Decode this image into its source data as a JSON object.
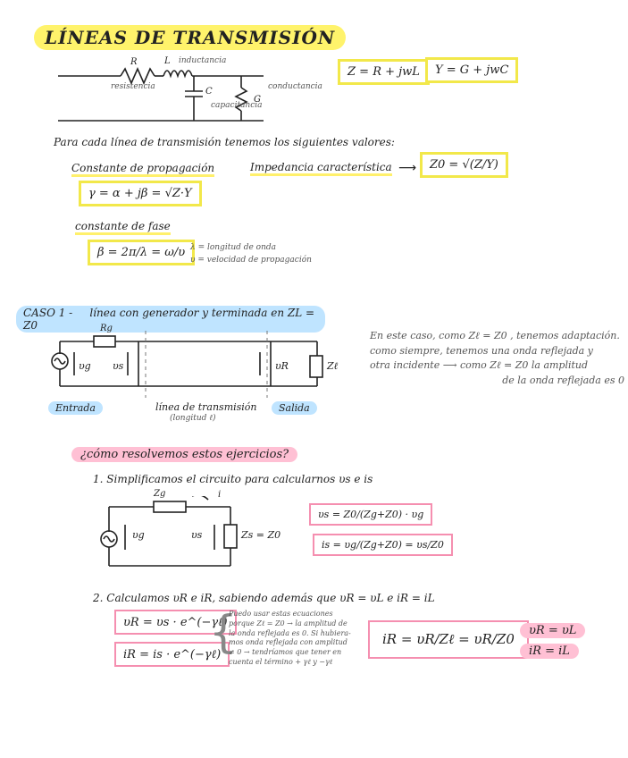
{
  "title": "LÍNEAS DE TRANSMISIÓN",
  "circuit1": {
    "r": "R",
    "l": "L",
    "c": "C",
    "g": "G",
    "resistencia": "resistencia",
    "inductancia": "inductancia",
    "capacitancia": "capacitancia",
    "conductancia": "conductancia"
  },
  "formulas_top": {
    "z": "Z = R + jwL",
    "y": "Y = G + jwC"
  },
  "intro": "Para cada línea de transmisión tenemos los siguientes valores:",
  "prop_label": "Constante de propagación",
  "prop_formula": "γ = α + jβ = √Z·Y",
  "imped_label": "Impedancia característica",
  "imped_formula": "Z0 = √(Z/Y)",
  "fase_label": "constante de fase",
  "fase_formula": "β = 2π/λ = ω/υ",
  "fase_notes": [
    "λ = longitud de onda",
    "υ = velocidad de propagación"
  ],
  "caso1": "CASO 1 -",
  "caso1_desc": "línea con generador y terminada en ZL = Z0",
  "circuit2": {
    "rg": "Rg",
    "vg": "υg",
    "vs": "υs",
    "vr": "υR",
    "zl": "Zℓ",
    "entrada": "Entrada",
    "linea": "línea de transmisión",
    "longitud": "(longitud ℓ)",
    "salida": "Salida"
  },
  "caso1_note": [
    "En este caso, como Zℓ = Z0 , tenemos adaptación.",
    "como siempre, tenemos una onda reflejada y",
    "otra incidente ⟶ como Zℓ = Z0 la amplitud",
    "de la onda reflejada es 0"
  ],
  "question": "¿cómo resolvemos estos ejercicios?",
  "step1": "1. Simplificamos el circuito para calcularnos υs e is",
  "circuit3": {
    "zg": "Zg",
    "vg": "υg",
    "vs": "υs",
    "zs": "Zs = Z0",
    "i": "i"
  },
  "step1_formulas": {
    "vs": "υs = Z0/(Zg+Z0) · υg",
    "is": "is = υg/(Zg+Z0) = υs/Z0"
  },
  "step2": "2. Calculamos υR e iR, sabiendo además que υR = υL e iR = iL",
  "step2_formulas": {
    "vr": "υR = υs · e^(−γℓ)",
    "ir": "iR = is · e^(−γℓ)"
  },
  "step2_note": [
    "Puedo usar estas ecuaciones",
    "porque Zℓ = Z0 → la amplitud de",
    "la onda reflejada es 0. Si hubiera-",
    "mos onda reflejada con amplitud",
    "≠ 0 → tendríamos que tener en",
    "cuenta el término + γℓ y −γℓ"
  ],
  "ir_formula": "iR = υR/Zℓ = υR/Z0",
  "result1": "υR = υL",
  "result2": "iR = iL",
  "colors": {
    "yellow": "#fff36b",
    "blue": "#bfe4ff",
    "pink": "#ffc0d4",
    "pink_border": "#f58fb0"
  }
}
